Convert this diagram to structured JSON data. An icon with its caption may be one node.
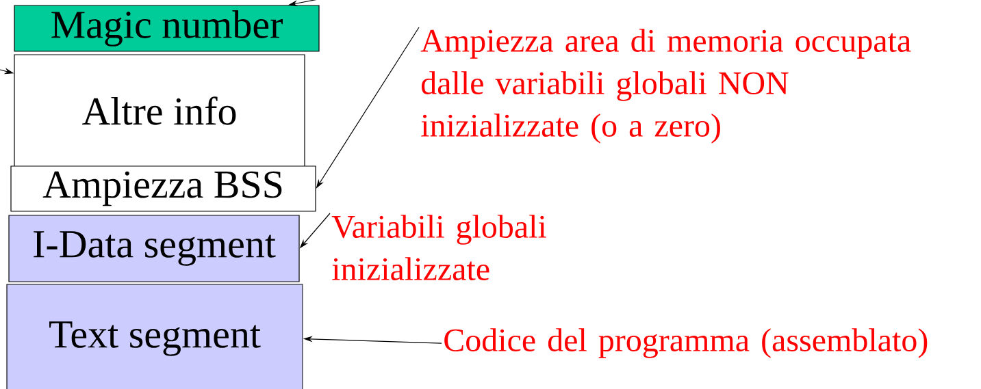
{
  "diagram": {
    "nodes": [
      {
        "text": [
          "Magic number"
        ]
      },
      {
        "text": [
          "Altre info"
        ]
      },
      {
        "text": [
          "Ampiezza BSS"
        ]
      },
      {
        "text": [
          "I-Data segment"
        ]
      },
      {
        "text": [
          "Text segment"
        ]
      },
      {
        "text": [
          "Ampiezza area di memoria occupata dalle variabili globali NON inizializzate (o a zero)"
        ]
      },
      {
        "text": [
          "Variabili globali inizializzate"
        ]
      },
      {
        "text": [
          "Codice del programma (assemblato)"
        ]
      }
    ],
    "edges": [
      {
        "from": null,
        "to": 0,
        "arrow": "to"
      },
      {
        "from": null,
        "to": 1,
        "arrow": "to"
      },
      {
        "from": 5,
        "to": 2,
        "arrow": "to"
      },
      {
        "from": 6,
        "to": 3,
        "arrow": "to"
      },
      {
        "from": 7,
        "to": 4,
        "arrow": "to"
      }
    ]
  }
}
